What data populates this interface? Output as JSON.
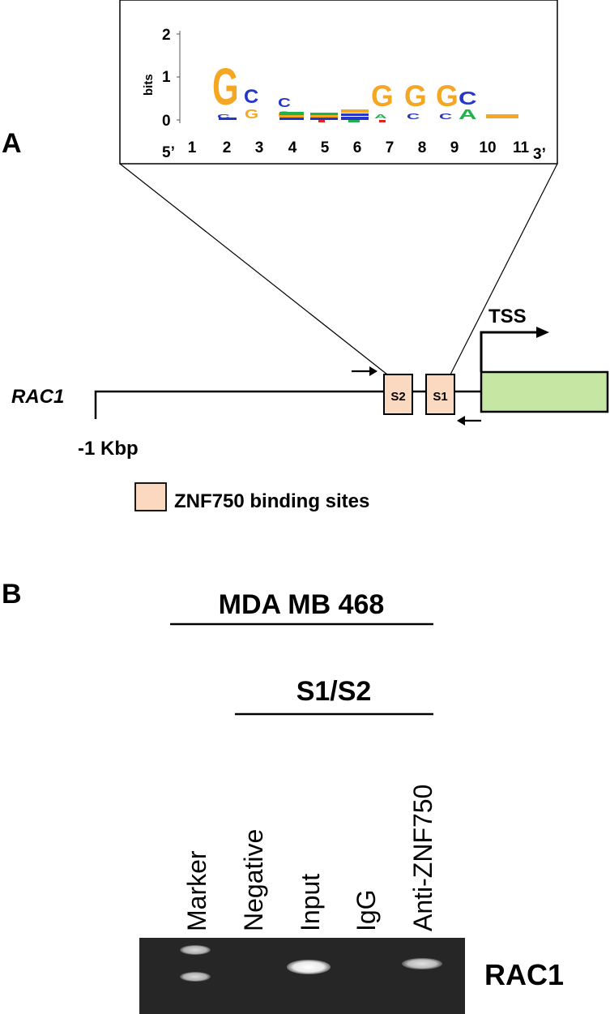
{
  "panel_a": {
    "label": "A",
    "logo": {
      "y_axis_label": "bits",
      "y_ticks": [
        "2",
        "1",
        "0"
      ],
      "end_5": "5’",
      "end_3": "3’",
      "positions": [
        "1",
        "2",
        "3",
        "4",
        "5",
        "6",
        "7",
        "8",
        "9",
        "10",
        "11"
      ],
      "letters": {
        "pos2": [
          "G",
          "C"
        ],
        "pos3": [
          "C",
          "G"
        ],
        "pos4": [
          "C",
          "G"
        ],
        "pos7": [
          "G",
          "A"
        ],
        "pos8": [
          "G",
          "C"
        ],
        "pos9": [
          "G",
          "C"
        ],
        "pos10": [
          "C",
          "A"
        ]
      }
    },
    "gene_label": "RAC1",
    "distance_label": "-1 Kbp",
    "tss_label": "TSS",
    "site1_label": "S1",
    "site2_label": "S2",
    "legend_text": "ZNF750 binding sites",
    "colors": {
      "site_fill": "#fbd9c0",
      "exon_fill": "#c6e6a4",
      "G": "#f5a623",
      "C": "#2636c8",
      "A": "#22b24c",
      "T": "#e0261f"
    }
  },
  "panel_b": {
    "label": "B",
    "cell_line": "MDA MB 468",
    "region": "S1/S2",
    "lanes": [
      "Marker",
      "Negative",
      "Input",
      "IgG",
      "Anti-ZNF750"
    ],
    "band_label": "RAC1"
  }
}
